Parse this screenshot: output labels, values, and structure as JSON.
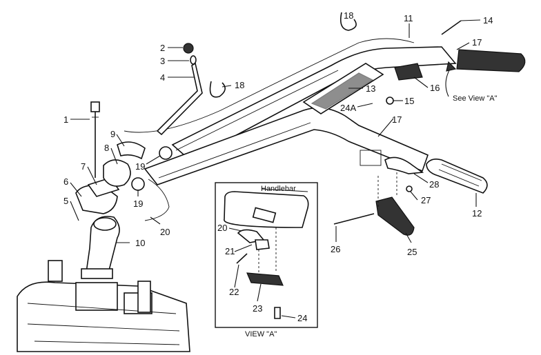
{
  "callouts": [
    {
      "id": "1",
      "label": "1"
    },
    {
      "id": "2",
      "label": "2"
    },
    {
      "id": "3",
      "label": "3"
    },
    {
      "id": "4",
      "label": "4"
    },
    {
      "id": "5",
      "label": "5"
    },
    {
      "id": "6",
      "label": "6"
    },
    {
      "id": "7",
      "label": "7"
    },
    {
      "id": "8",
      "label": "8"
    },
    {
      "id": "9",
      "label": "9"
    },
    {
      "id": "10",
      "label": "10"
    },
    {
      "id": "11",
      "label": "11"
    },
    {
      "id": "12",
      "label": "12"
    },
    {
      "id": "13",
      "label": "13"
    },
    {
      "id": "14",
      "label": "14"
    },
    {
      "id": "15",
      "label": "15"
    },
    {
      "id": "16",
      "label": "16"
    },
    {
      "id": "17a",
      "label": "17"
    },
    {
      "id": "17b",
      "label": "17"
    },
    {
      "id": "18a",
      "label": "18"
    },
    {
      "id": "18b",
      "label": "18"
    },
    {
      "id": "19a",
      "label": "19"
    },
    {
      "id": "19b",
      "label": "19"
    },
    {
      "id": "20",
      "label": "20"
    },
    {
      "id": "20b",
      "label": "20"
    },
    {
      "id": "21",
      "label": "21"
    },
    {
      "id": "22",
      "label": "22"
    },
    {
      "id": "23",
      "label": "23"
    },
    {
      "id": "24",
      "label": "24"
    },
    {
      "id": "24A",
      "label": "24A"
    },
    {
      "id": "25",
      "label": "25"
    },
    {
      "id": "26",
      "label": "26"
    },
    {
      "id": "27",
      "label": "27"
    },
    {
      "id": "28",
      "label": "28"
    }
  ],
  "see_view": "See View \"A\"",
  "inset": {
    "handlebar_label": "Handlebar",
    "caption": "VIEW \"A\""
  }
}
